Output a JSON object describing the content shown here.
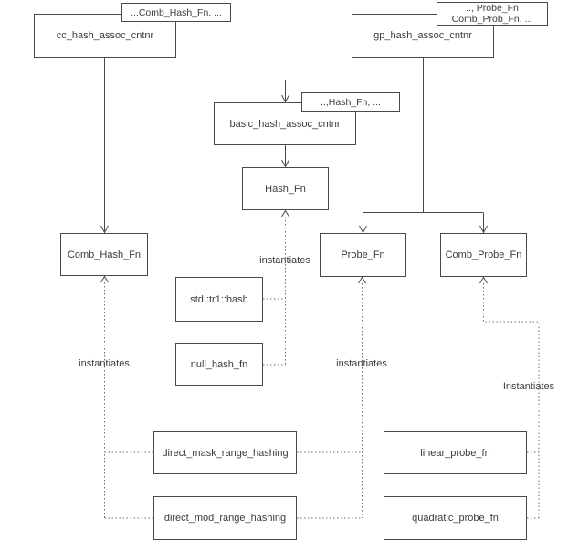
{
  "diagram": {
    "nodes": {
      "cc": {
        "label": "cc_hash_assoc_cntnr",
        "param": "..,Comb_Hash_Fn, ..."
      },
      "gp": {
        "label": "gp_hash_assoc_cntnr",
        "param_line1": ".., Probe_Fn",
        "param_line2": "Comb_Prob_Fn, ..."
      },
      "basic": {
        "label": "basic_hash_assoc_cntnr",
        "param": "..,Hash_Fn, ..."
      },
      "hash_fn": {
        "label": "Hash_Fn"
      },
      "comb_hash_fn": {
        "label": "Comb_Hash_Fn"
      },
      "probe_fn": {
        "label": "Probe_Fn"
      },
      "comb_probe_fn": {
        "label": "Comb_Probe_Fn"
      },
      "std_tr1_hash": {
        "label": "std::tr1::hash"
      },
      "null_hash_fn": {
        "label": "null_hash_fn"
      },
      "direct_mask_range_hashing": {
        "label": "direct_mask_range_hashing"
      },
      "direct_mod_range_hashing": {
        "label": "direct_mod_range_hashing"
      },
      "linear_probe_fn": {
        "label": "linear_probe_fn"
      },
      "quadratic_probe_fn": {
        "label": "quadratic_probe_fn"
      }
    },
    "edge_labels": {
      "comb_hash": "instantiates",
      "hash": "instantiates",
      "probe": "instantiates",
      "comb_probe": "Instantiates"
    },
    "colors": {
      "line": "#4a4a4a",
      "dotted_line": "#6e6e6e",
      "text": "#3b3b3b",
      "background": "#ffffff"
    }
  }
}
